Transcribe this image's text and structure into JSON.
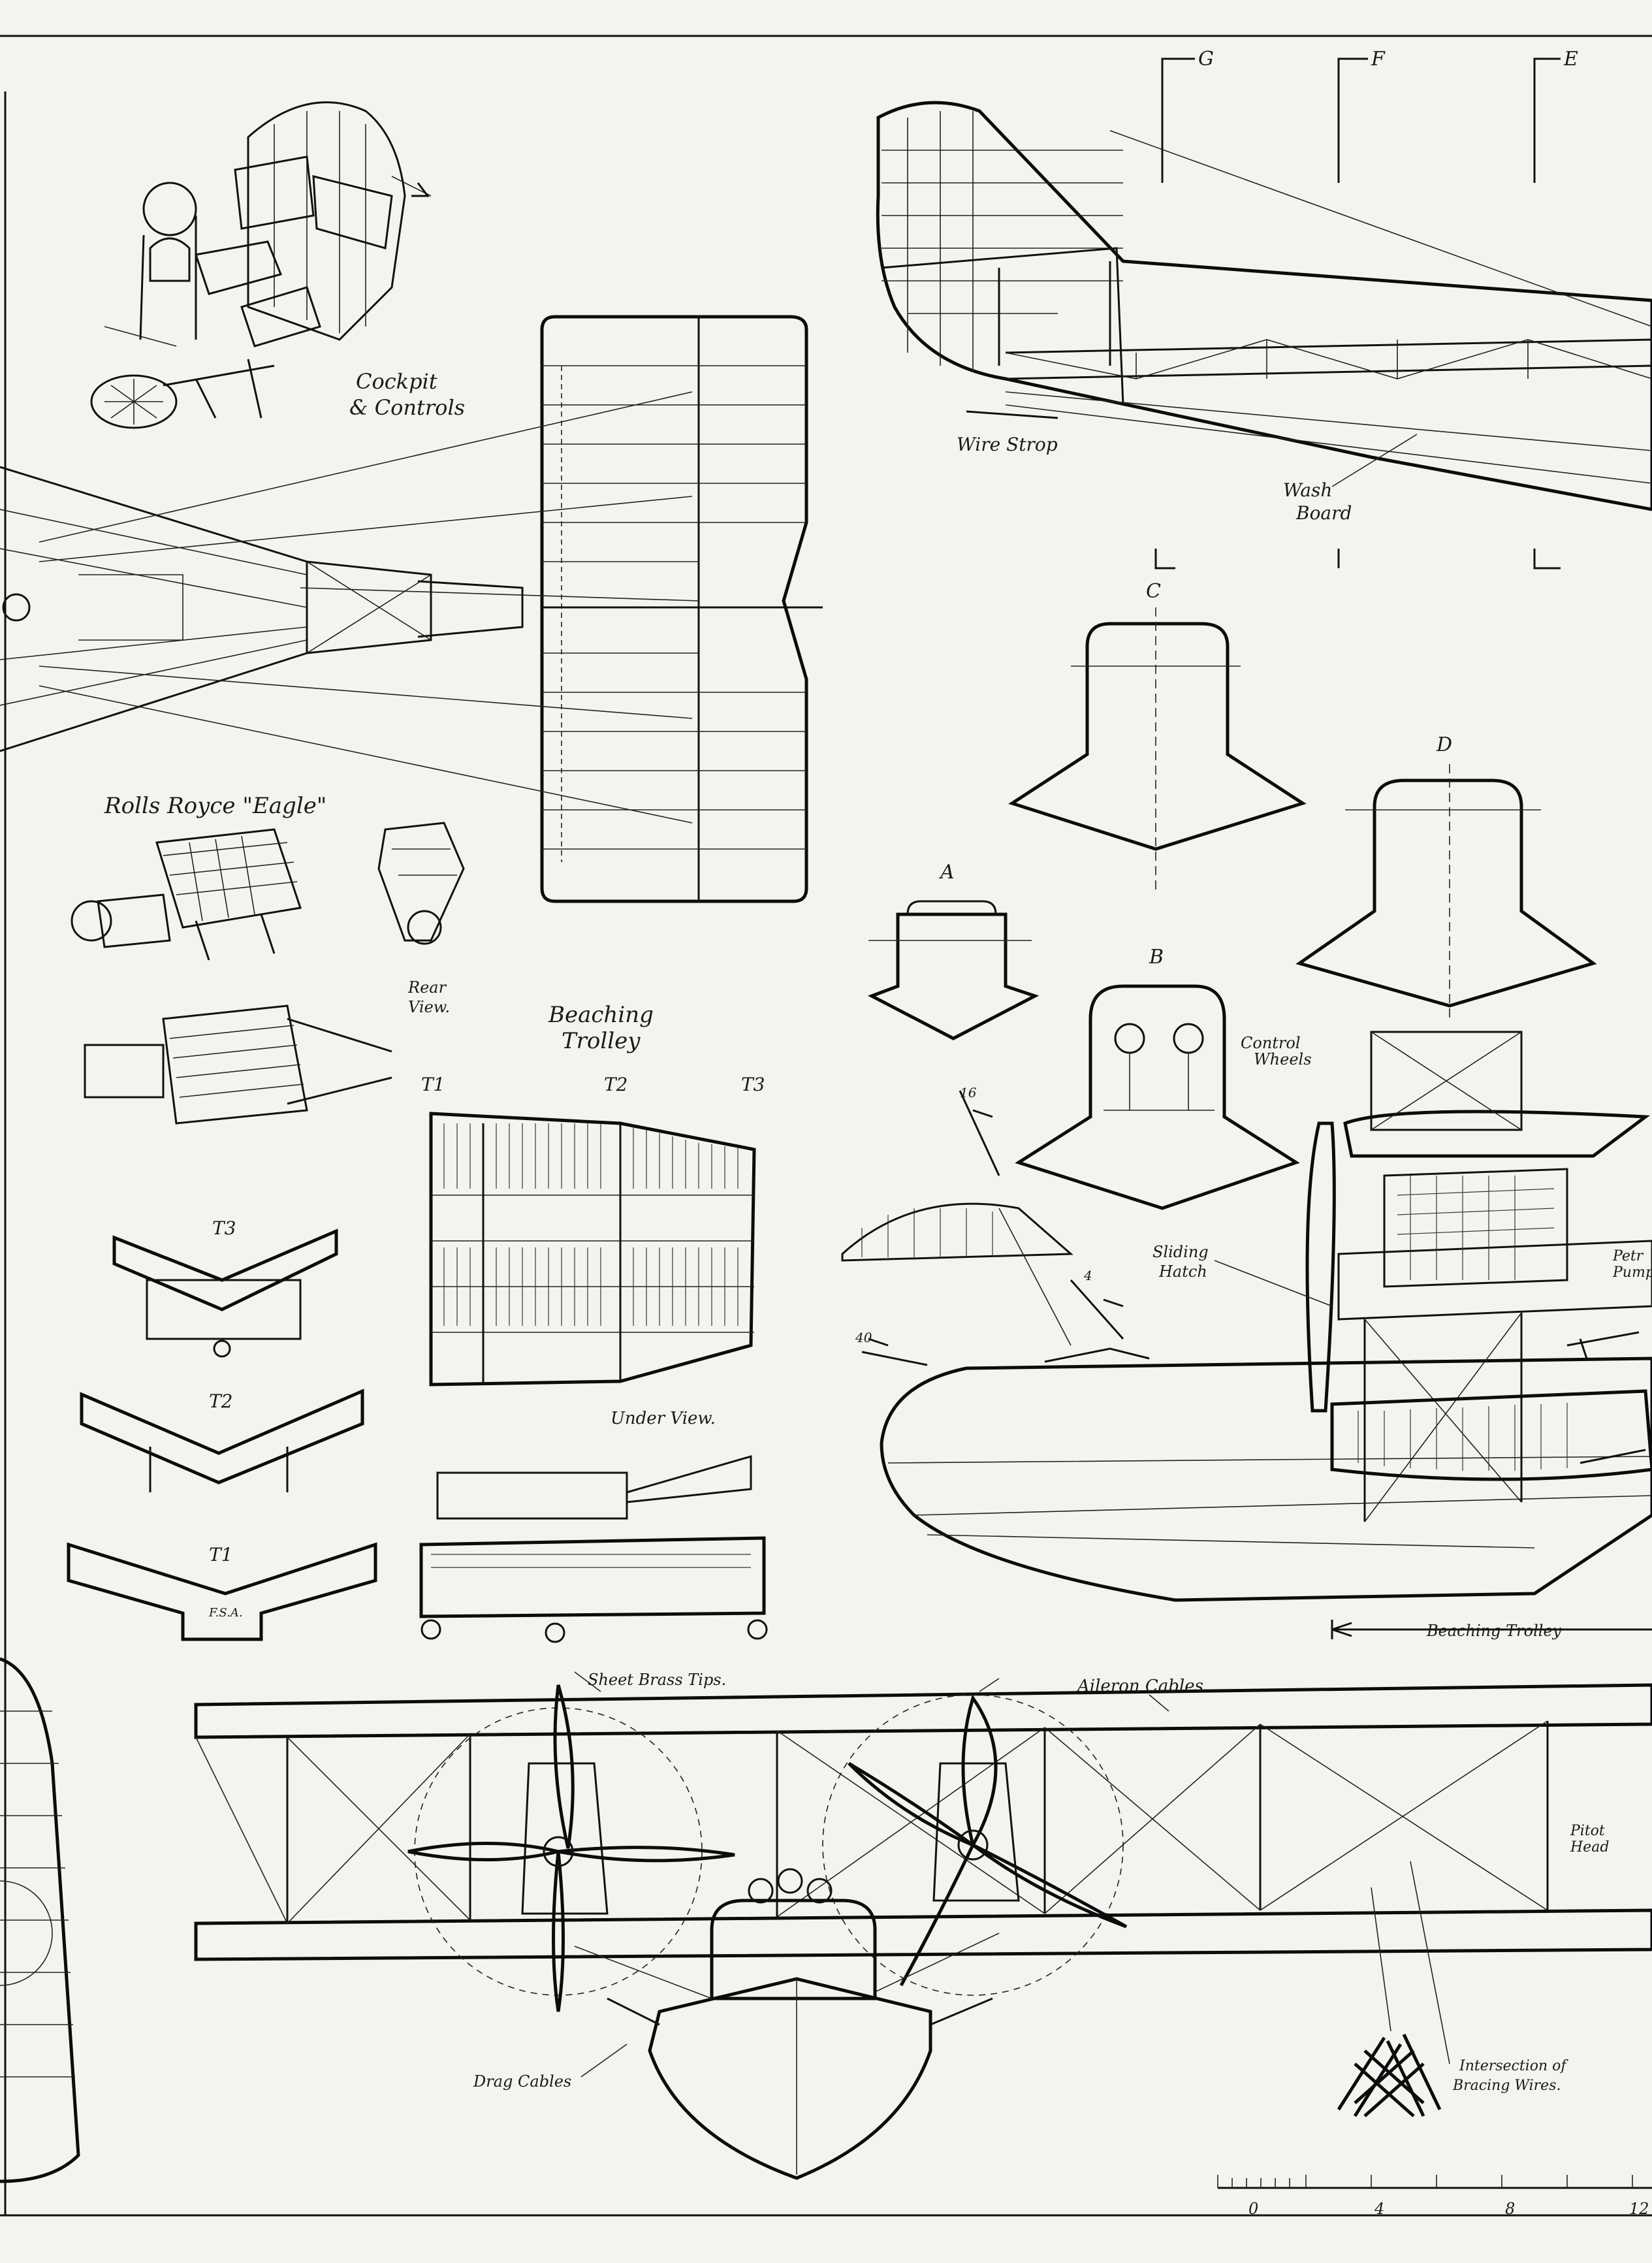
{
  "labels": {
    "cockpit": "Cockpit",
    "controls": "& Controls",
    "engine": "Rolls Royce \"Eagle\"",
    "rear_view": "Rear",
    "rear_view_2": "View.",
    "beaching_trolley": "Beaching",
    "beaching_trolley_2": "Trolley",
    "under_view": "Under View.",
    "wire_strop": "Wire Strop",
    "wash_board": "Wash",
    "wash_board_2": "Board",
    "control_wheels": "Control",
    "control_wheels_2": "Wheels",
    "sliding_hatch": "Sliding",
    "sliding_hatch_2": "Hatch",
    "petrol_pump": "Petr",
    "petrol_pump_2": "Pump",
    "beaching_trolley_dim": "Beaching Trolley",
    "sheet_brass_tips": "Sheet Brass Tips.",
    "aileron_cables": "Aileron Cables",
    "pitot_head": "Pitot",
    "pitot_head_2": "Head",
    "drag_cables": "Drag Cables",
    "intersection": "Intersection of",
    "intersection_2": "Bracing Wires."
  },
  "section_marks": {
    "a": "A",
    "b": "B",
    "c": "C",
    "d": "D",
    "e": "E",
    "f": "F",
    "g": "G"
  },
  "trolley_parts": {
    "t1": "T1",
    "t2": "T2",
    "t3": "T3"
  },
  "gun_marks": {
    "g1": "40",
    "g2": "4",
    "g3": "16"
  },
  "scale": {
    "ticks": [
      "0",
      "4",
      "8",
      "12"
    ]
  },
  "stamp": "F.S.A."
}
